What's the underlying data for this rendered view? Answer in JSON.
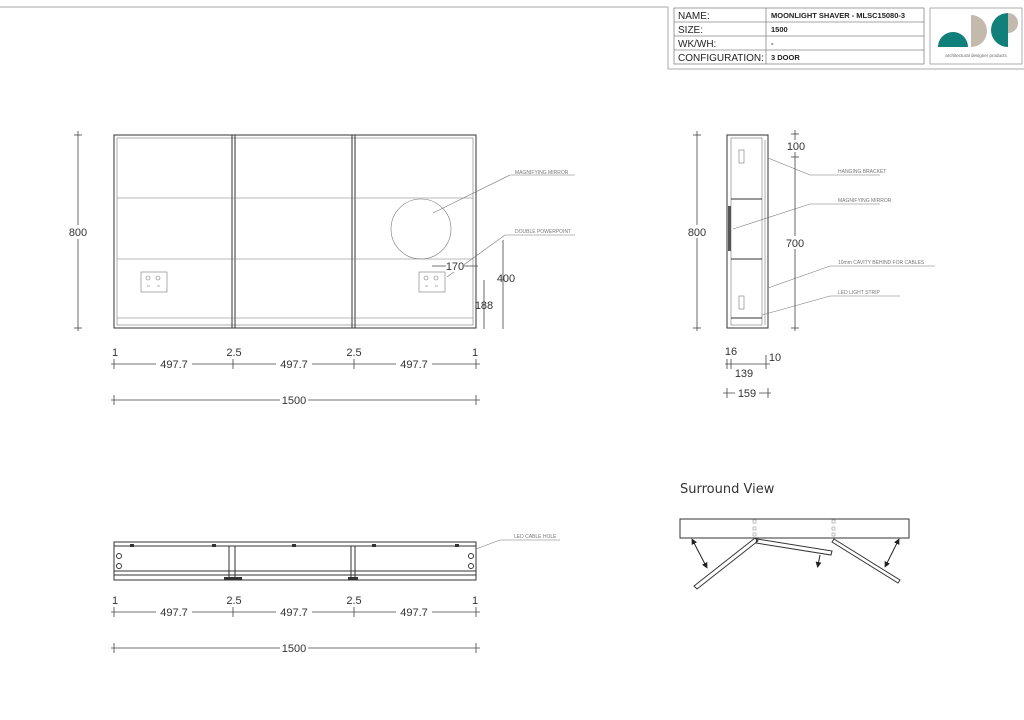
{
  "title_block": {
    "rows": [
      {
        "label": "NAME:",
        "value": "MOONLIGHT SHAVER - MLSC15080-3"
      },
      {
        "label": "SIZE:",
        "value": "1500"
      },
      {
        "label": "WK/WH:",
        "value": "-"
      },
      {
        "label": "CONFIGURATION:",
        "value": "3 DOOR"
      }
    ],
    "logo_text": "architectural designer products",
    "logo_colors": {
      "teal": "#12807a",
      "beige": "#c3b9ac"
    }
  },
  "front_view": {
    "height_dim": "800",
    "gap_dims": [
      "1",
      "2.5",
      "2.5",
      "1"
    ],
    "door_dims": [
      "497.7",
      "497.7",
      "497.7"
    ],
    "total_dim": "1500",
    "powerpoint_width_dim": "170",
    "powerpoint_height_dim": "188",
    "powerpoint_top_dim": "400",
    "callouts": {
      "mirror": "MAGNIFYING MIRROR",
      "powerpoint": "DOUBLE POWERPOINT"
    }
  },
  "side_view": {
    "height_dim": "800",
    "top_dim": "100",
    "bracket_dim": "700",
    "depth_dims": {
      "front": "16",
      "body": "139",
      "back": "10",
      "total": "159"
    },
    "callouts": [
      "HANGING BRACKET",
      "MAGNIFYING MIRROR",
      "10mm CAVITY BEHIND FOR CABLES",
      "LED LIGHT STRIP"
    ]
  },
  "top_view": {
    "gap_dims": [
      "1",
      "2.5",
      "2.5",
      "1"
    ],
    "door_dims": [
      "497.7",
      "497.7",
      "497.7"
    ],
    "total_dim": "1500",
    "callout": "LED CABLE HOLE"
  },
  "surround_view": {
    "title": "Surround View"
  }
}
